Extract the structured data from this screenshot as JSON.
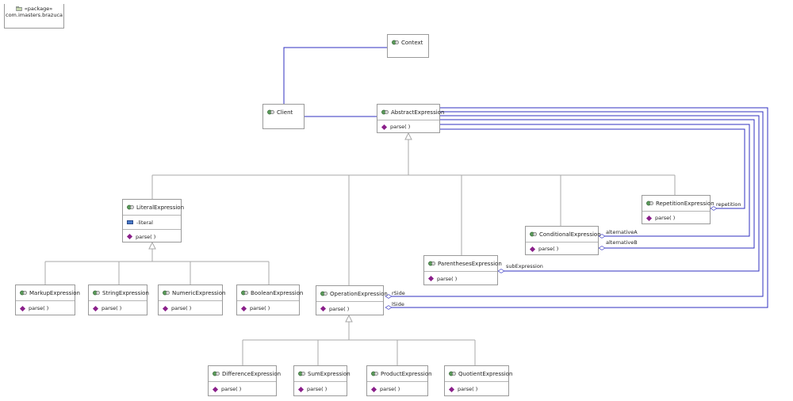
{
  "package": {
    "stereotype": "«package»",
    "name": "com.imasters.brazuca"
  },
  "classes": {
    "context": {
      "name": "Context"
    },
    "client": {
      "name": "Client"
    },
    "abstract": {
      "name": "AbstractExpression",
      "op": "parse( )"
    },
    "literal": {
      "name": "LiteralExpression",
      "attr": "-literal",
      "op": "parse( )"
    },
    "markup": {
      "name": "MarkupExpression",
      "op": "parse( )"
    },
    "string": {
      "name": "StringExpression",
      "op": "parse( )"
    },
    "numeric": {
      "name": "NumericExpression",
      "op": "parse( )"
    },
    "boolean": {
      "name": "BooleanExpression",
      "op": "parse( )"
    },
    "operation": {
      "name": "OperationExpression",
      "op": "parse( )"
    },
    "parentheses": {
      "name": "ParenthesesExpression",
      "op": "parse( )"
    },
    "conditional": {
      "name": "ConditionalExpression",
      "op": "parse( )"
    },
    "repetition": {
      "name": "RepetitionExpression",
      "op": "parse( )"
    },
    "difference": {
      "name": "DifferenceExpression",
      "op": "parse( )"
    },
    "sum": {
      "name": "SumExpression",
      "op": "parse( )"
    },
    "product": {
      "name": "ProductExpression",
      "op": "parse( )"
    },
    "quotient": {
      "name": "QuotientExpression",
      "op": "parse( )"
    }
  },
  "roles": {
    "repetition": "repetition",
    "alternativeA": "alternativeA",
    "alternativeB": "alternativeB",
    "subExpression": "subExpression",
    "rSide": "rSide",
    "lSide": "lSide"
  },
  "colors": {
    "association": "#3030c0",
    "generalization": "#a8a8a8",
    "border": "#9a9a9a"
  }
}
